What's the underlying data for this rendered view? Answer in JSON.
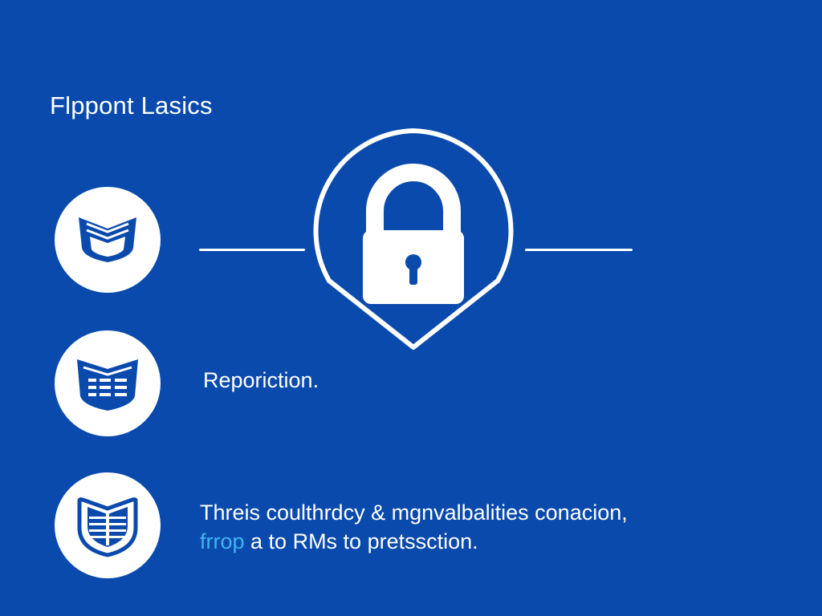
{
  "header": {
    "title": "Flppont Lasics"
  },
  "features": [
    {
      "icon": "shield-chevron-icon"
    },
    {
      "icon": "shield-list-icon"
    },
    {
      "icon": "shield-stack-icon"
    }
  ],
  "center": {
    "icon": "padlock-icon"
  },
  "labels": {
    "reporiction": "Reporiction.",
    "line1": "Threis coulthrdcy & mgnvalbalities conacion,",
    "line2_accent": "frrop",
    "line2_rest": " a to RMs to pretssction."
  },
  "colors": {
    "background": "#0b4aad",
    "icon_blue": "#0b4aad",
    "accent": "#3fb6ee",
    "foreground": "#ffffff"
  }
}
